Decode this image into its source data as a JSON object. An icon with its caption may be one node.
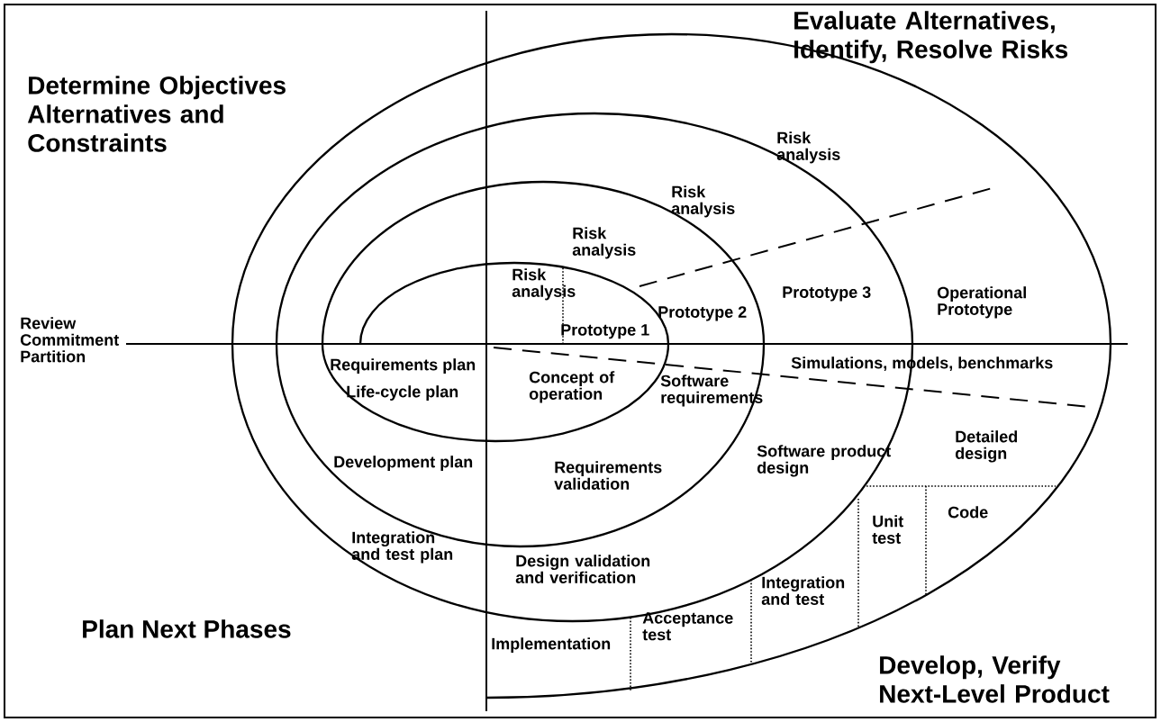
{
  "diagram": {
    "labels": [
      "Evaluate Alternatives, Identify, Resolve Risks",
      "Determine Objectives Alternatives and Constraints",
      "Risk analysis",
      "Risk analysis",
      "Risk analysis",
      "Risk analysis",
      "Operational Prototype",
      "Prototype 3",
      "Prototype 2",
      "Review Commitment Partition",
      "Prototype 1",
      "Requirements plan",
      "Simulations, models, benchmarks",
      "Concept of operation",
      "Life-cycle plan",
      "Software requirements",
      "Software product design",
      "Detailed design",
      "Development plan",
      "Requirements validation",
      "Code",
      "Unit test",
      "Integration and test plan",
      "Design validation and verification",
      "Integration and test",
      "Acceptance test",
      "Plan Next Phases",
      "Implementation",
      "Develop, Verify Next-Level Product"
    ]
  }
}
